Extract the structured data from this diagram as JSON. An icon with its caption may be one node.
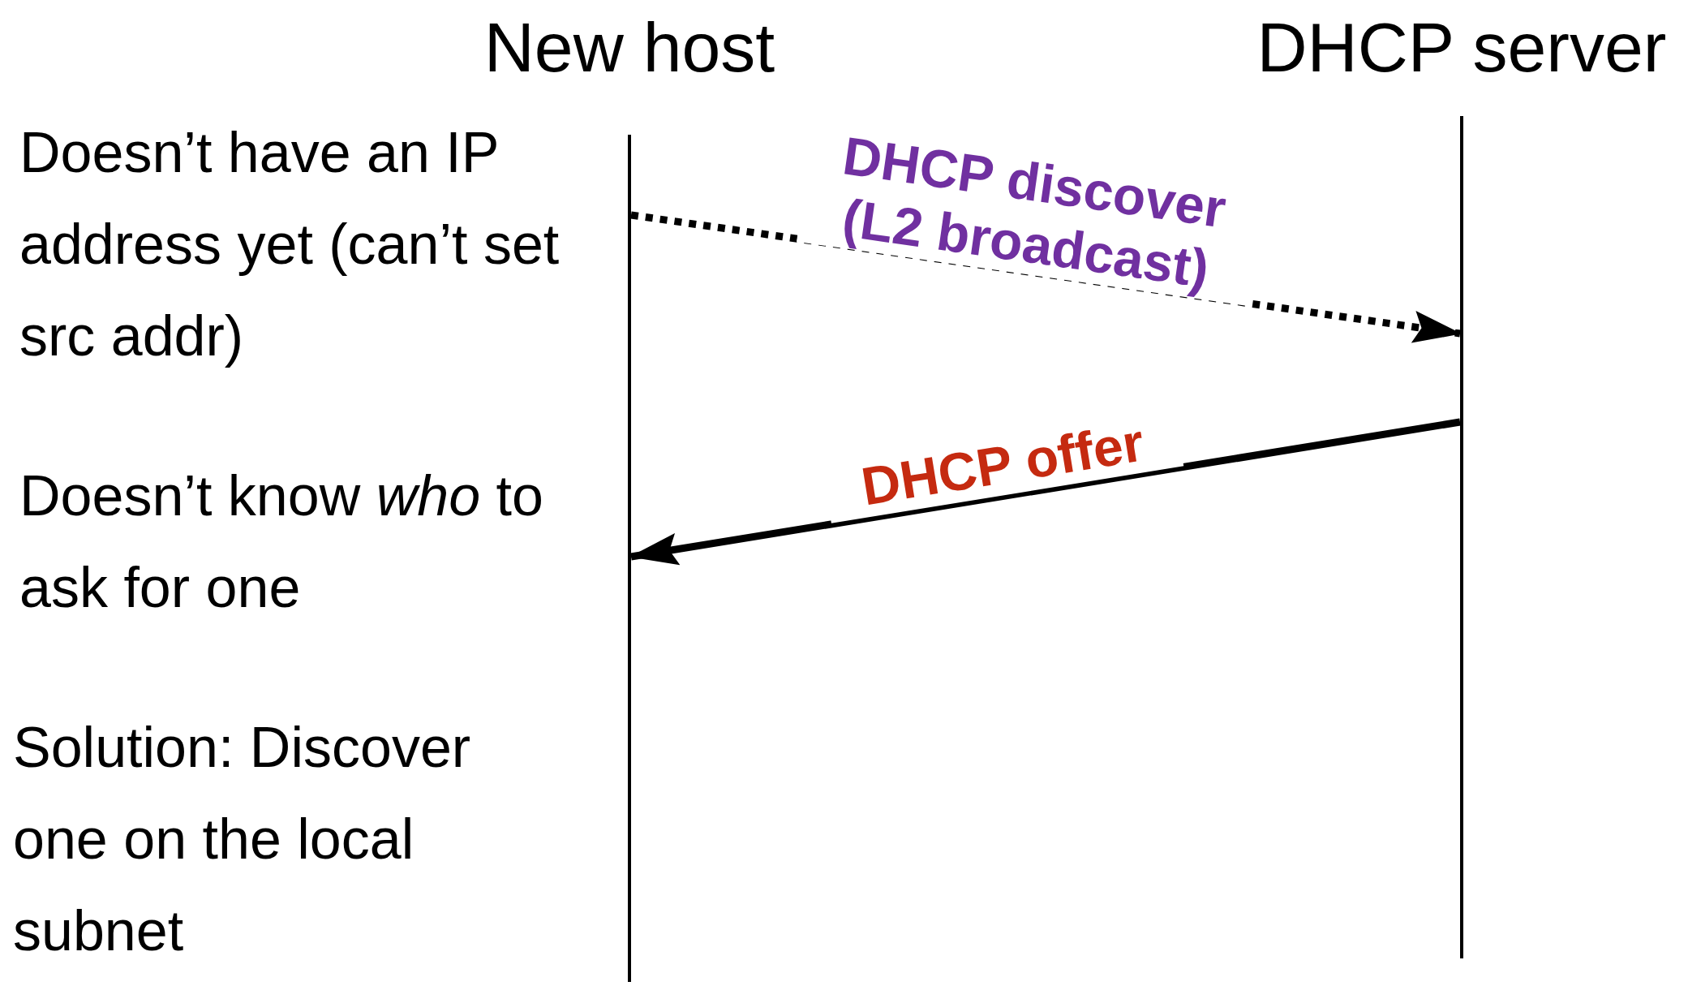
{
  "diagram": {
    "nodes": [
      {
        "text": [
          "New host"
        ]
      },
      {
        "text": [
          "DHCP server"
        ]
      }
    ],
    "edges": [
      {
        "from": 0,
        "to": 1,
        "arrow": "to",
        "label": "DHCP discover (L2 broadcast)",
        "style": "dashed"
      },
      {
        "from": 1,
        "to": 0,
        "arrow": "to",
        "label": "DHCP offer"
      }
    ],
    "labels": [
      "Doesn’t have an IP address yet (can’t set src addr)",
      "Doesn’t know *who* to ask for one",
      "Solution: Discover one on the local subnet"
    ]
  }
}
